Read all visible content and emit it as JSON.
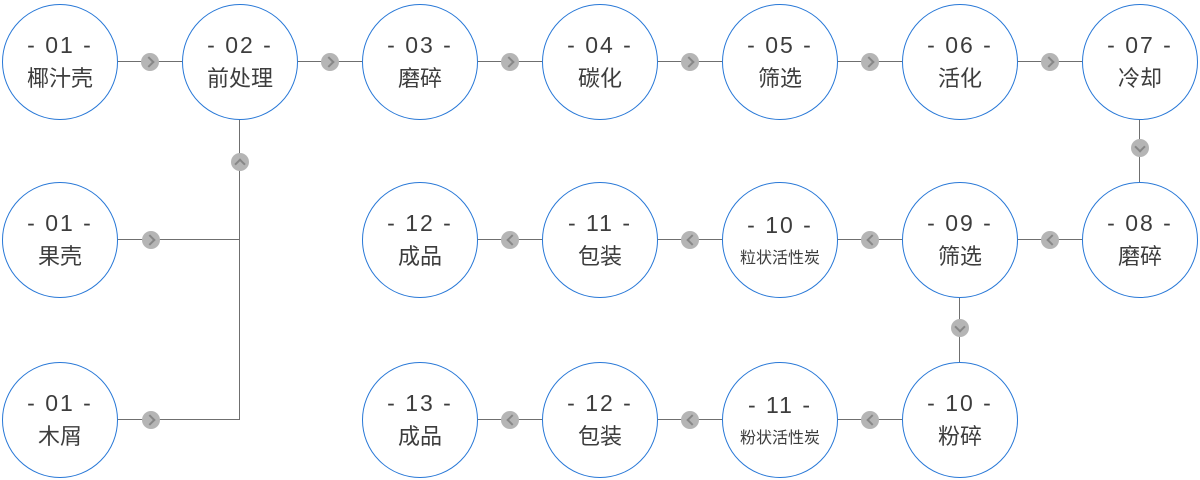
{
  "colors": {
    "circle_border": "#2878d7",
    "line": "#6f6f6f",
    "arrow_bg": "#b5b5b5",
    "arrow_chevron": "#878787",
    "text": "#3d3d3d",
    "bg": "#ffffff"
  },
  "nodes": {
    "coconut_shell": {
      "num": "- 01 -",
      "label": "椰汁壳"
    },
    "pretreatment": {
      "num": "- 02 -",
      "label": "前处理"
    },
    "grinding_1": {
      "num": "- 03 -",
      "label": "磨碎"
    },
    "carbonization": {
      "num": "- 04 -",
      "label": "碳化"
    },
    "screening_1": {
      "num": "- 05 -",
      "label": "筛选"
    },
    "activation": {
      "num": "- 06 -",
      "label": "活化"
    },
    "cooling": {
      "num": "- 07 -",
      "label": "冷却"
    },
    "fruit_shell": {
      "num": "- 01 -",
      "label": "果壳"
    },
    "finished_granular": {
      "num": "- 12 -",
      "label": "成品"
    },
    "packaging_granular": {
      "num": "- 11 -",
      "label": "包装"
    },
    "granular_carbon": {
      "num": "- 10 -",
      "label": "粒状活性炭"
    },
    "screening_2": {
      "num": "- 09 -",
      "label": "筛选"
    },
    "grinding_2": {
      "num": "- 08 -",
      "label": "磨碎"
    },
    "sawdust": {
      "num": "- 01 -",
      "label": "木屑"
    },
    "finished_powder": {
      "num": "- 13 -",
      "label": "成品"
    },
    "packaging_powder": {
      "num": "- 12 -",
      "label": "包装"
    },
    "powder_carbon": {
      "num": "- 11 -",
      "label": "粉状活性炭"
    },
    "crushing": {
      "num": "- 10 -",
      "label": "粉碎"
    }
  }
}
